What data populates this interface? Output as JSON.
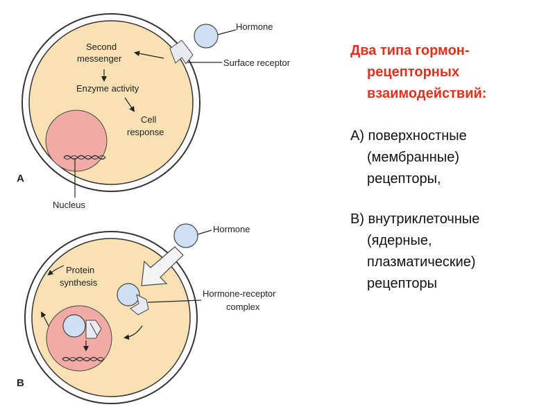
{
  "panel_a": {
    "letter": "A",
    "hormone": "Hormone",
    "surface_receptor": "Surface receptor",
    "second_messenger_1": "Second",
    "second_messenger_2": "messenger",
    "enzyme_activity": "Enzyme activity",
    "cell_response_1": "Cell",
    "cell_response_2": "response",
    "nucleus": "Nucleus"
  },
  "panel_b": {
    "letter": "B",
    "hormone": "Hormone",
    "protein_1": "Protein",
    "protein_2": "synthesis",
    "complex_1": "Hormone-receptor",
    "complex_2": "complex"
  },
  "text": {
    "heading": [
      "Два типа гормон-",
      "рецепторных",
      "взаимодействий:"
    ],
    "item_a": [
      "А) поверхностные",
      "(мембранные)",
      "рецепторы,"
    ],
    "item_b": [
      "В) внутриклеточные",
      "(ядерные,",
      "плазматические)",
      "рецепторы"
    ]
  },
  "colors": {
    "heading": "#e0301e",
    "cytoplasm": "#f9e1b4",
    "nucleus": "#f1aaa4",
    "hormone": "#cfe0f4"
  }
}
